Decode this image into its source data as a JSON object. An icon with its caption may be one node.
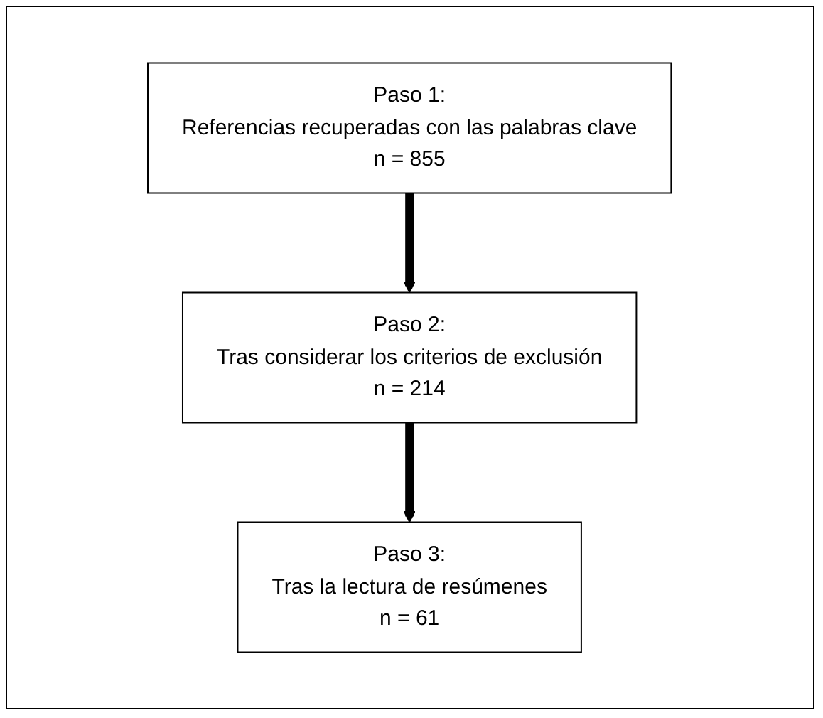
{
  "diagram": {
    "nodes": [
      {
        "text": [
          "Paso 1:",
          "Referencias recuperadas con las palabras clave",
          "n = 855"
        ]
      },
      {
        "text": [
          "Paso 2:",
          "Tras considerar los criterios de exclusión",
          "n = 214"
        ]
      },
      {
        "text": [
          "Paso 3:",
          "Tras la lectura de resúmenes",
          "n = 61"
        ]
      }
    ],
    "edges": [
      {
        "from": 0,
        "to": 1,
        "arrow": "to"
      },
      {
        "from": 1,
        "to": 2,
        "arrow": "to"
      }
    ]
  }
}
